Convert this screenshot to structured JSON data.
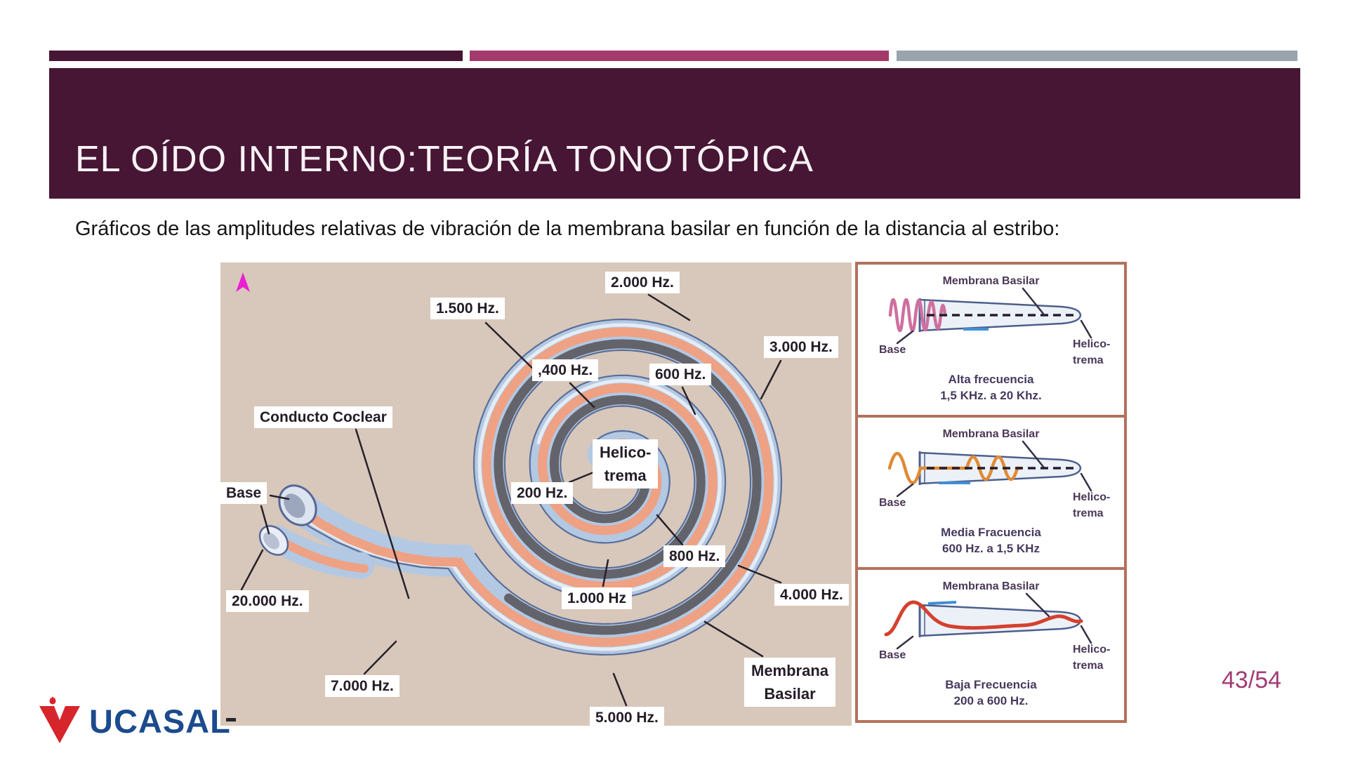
{
  "slide": {
    "title": "EL OÍDO INTERNO:TEORÍA TONOTÓPICA",
    "subtitle": "Gráficos de las amplitudes relativas de vibración de la membrana basilar en función de la distancia al estribo:",
    "page_number": "43/54",
    "logo_text": "UCASAL",
    "colors": {
      "header_bg": "#471634",
      "bar_dark": "#471634",
      "bar_pink": "#a43a6b",
      "bar_gray": "#9aa4ac",
      "page_number": "#a13c73",
      "logo_blue": "#1b4b8d",
      "logo_red": "#d6252b"
    }
  },
  "cochlea": {
    "background": "#d8c8bb",
    "tube_color": "#b3c8e2",
    "stripe_salmon": "#efa183",
    "stripe_dark": "#63636b",
    "labels": {
      "f2000": "2.000 Hz.",
      "f1500": "1.500 Hz.",
      "f3000": "3.000 Hz.",
      "f400": ",400 Hz.",
      "f600": "600 Hz.",
      "conducto": "Conducto Coclear",
      "helico_line1": "Helico-",
      "helico_line2": "trema",
      "f200": "200 Hz.",
      "base": "Base",
      "f800": "800 Hz.",
      "f1000": "1.000 Hz",
      "f4000": "4.000 Hz.",
      "f20000": "20.000 Hz.",
      "membrana_line1": "Membrana",
      "membrana_line2": "Basilar",
      "f7000": "7.000 Hz.",
      "f5000": "5.000 Hz."
    }
  },
  "panels": [
    {
      "title": "Membrana Basilar",
      "base_label": "Base",
      "helico_line1": "Helico-",
      "helico_line2": "trema",
      "caption_line1": "Alta frecuencia",
      "caption_line2": "1,5 KHz. a 20 Khz.",
      "wave_color": "#cf6f9e"
    },
    {
      "title": "Membrana Basilar",
      "base_label": "Base",
      "helico_line1": "Helico-",
      "helico_line2": "trema",
      "caption_line1": "Media Fracuencia",
      "caption_line2": "600 Hz. a 1,5 KHz",
      "wave_color": "#e08a35"
    },
    {
      "title": "Membrana Basilar",
      "base_label": "Base",
      "helico_line1": "Helico-",
      "helico_line2": "trema",
      "caption_line1": "Baja Frecuencia",
      "caption_line2": "200 a 600 Hz.",
      "wave_color": "#d5402e"
    }
  ]
}
